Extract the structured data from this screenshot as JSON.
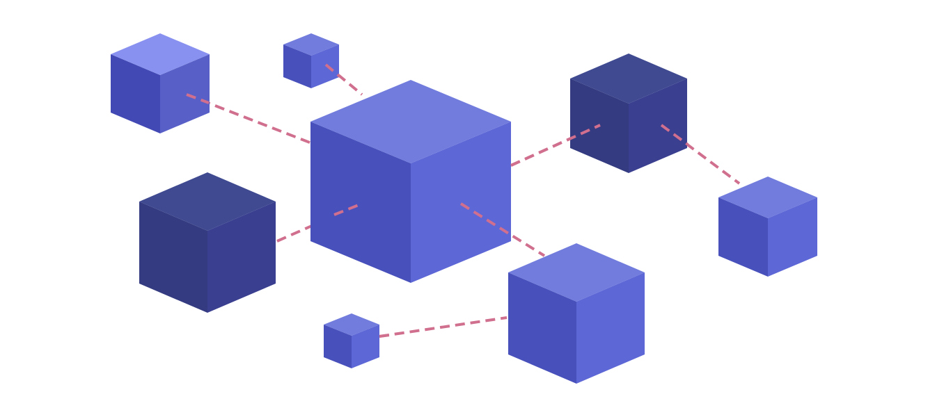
{
  "illustration": {
    "subject": "isometric-cubes-network",
    "colors": {
      "background": "#ffffff",
      "connector": "#d06f8e",
      "palettes": {
        "light": {
          "top": "#717cdd",
          "left": "#4850bc",
          "right": "#5d67d6"
        },
        "lighter": {
          "top": "#8891ef",
          "left": "#4249b5",
          "right": "#5860c7"
        },
        "dark": {
          "top": "#3f4a91",
          "left": "#343b80",
          "right": "#3a3f90"
        }
      }
    },
    "cubes": [
      {
        "id": "cube-top-left",
        "palette": "lighter"
      },
      {
        "id": "cube-tiny-top",
        "palette": "light"
      },
      {
        "id": "cube-center-large",
        "palette": "light"
      },
      {
        "id": "cube-top-right-dark",
        "palette": "dark"
      },
      {
        "id": "cube-left-dark",
        "palette": "dark"
      },
      {
        "id": "cube-right-small",
        "palette": "light"
      },
      {
        "id": "cube-tiny-bottom",
        "palette": "light"
      },
      {
        "id": "cube-bottom-right",
        "palette": "light"
      }
    ],
    "connections": [
      [
        "cube-top-left",
        "cube-center-large"
      ],
      [
        "cube-tiny-top",
        "cube-center-large"
      ],
      [
        "cube-center-large",
        "cube-top-right-dark"
      ],
      [
        "cube-top-right-dark",
        "cube-right-small"
      ],
      [
        "cube-left-dark",
        "cube-center-large"
      ],
      [
        "cube-center-large",
        "cube-bottom-right"
      ],
      [
        "cube-tiny-bottom",
        "cube-bottom-right"
      ]
    ]
  }
}
